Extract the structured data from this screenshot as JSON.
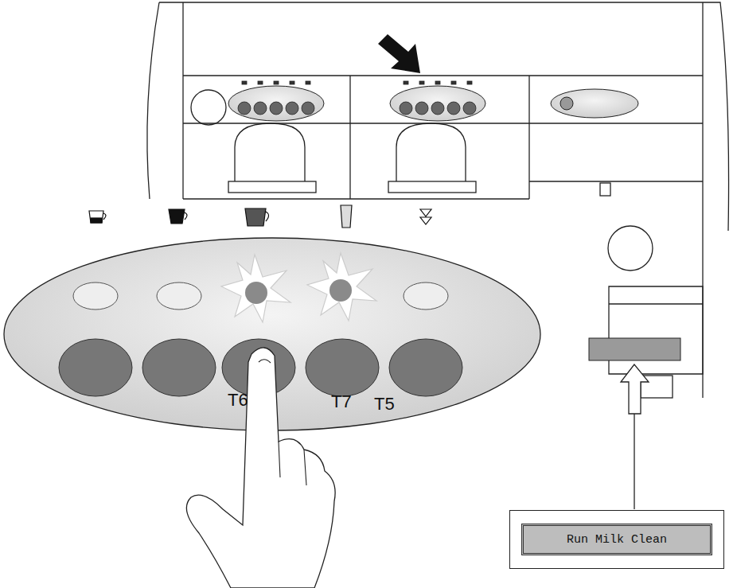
{
  "diagram": {
    "nodes": [
      {
        "text": [
          "Run Milk Clean"
        ]
      }
    ],
    "labels": [
      "T6",
      "T7",
      "T5"
    ]
  }
}
